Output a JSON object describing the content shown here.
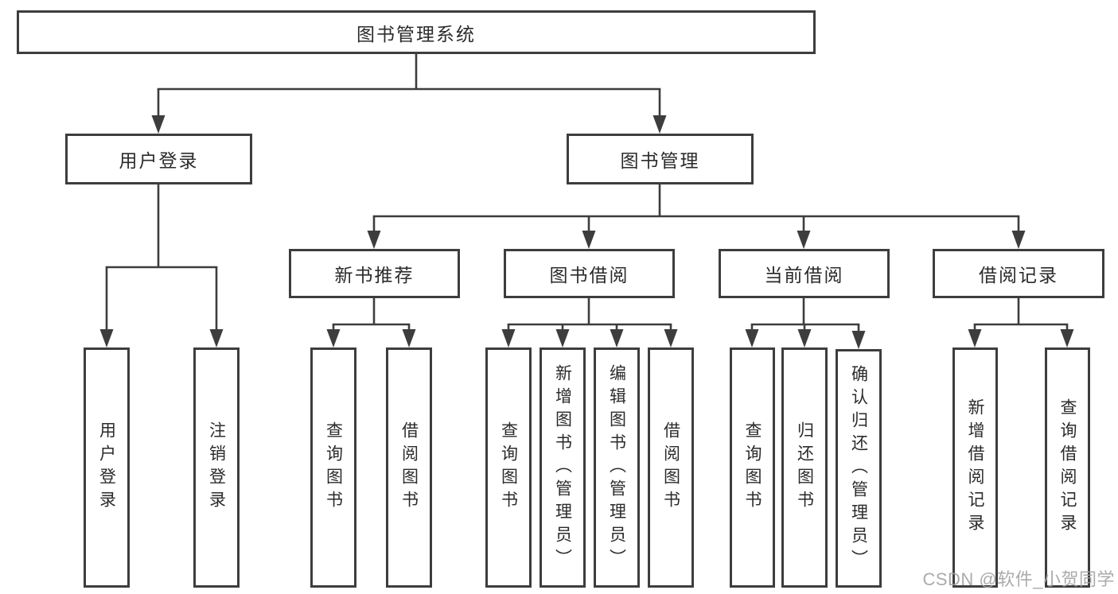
{
  "diagram": {
    "root": "图书管理系统",
    "level2": [
      "用户登录",
      "图书管理"
    ],
    "level3": [
      "新书推荐",
      "图书借阅",
      "当前借阅",
      "借阅记录"
    ],
    "leaves_user_login": [
      "用户登录",
      "注销登录"
    ],
    "leaves_new_book": [
      "查询图书",
      "借阅图书"
    ],
    "leaves_book_borrow": [
      "查询图书",
      "新增图书（管理员）",
      "编辑图书（管理员）",
      "借阅图书"
    ],
    "leaves_current_borrow": [
      "查询图书",
      "归还图书",
      "确认归还（管理员）"
    ],
    "leaves_borrow_record": [
      "新增借阅记录",
      "查询借阅记录"
    ]
  },
  "watermark": "CSDN @软件_小贺同学",
  "colors": {
    "line": "#3d3d3d",
    "text": "#2b2b2b",
    "background": "#ffffff",
    "watermark": "#a2a2a2"
  }
}
